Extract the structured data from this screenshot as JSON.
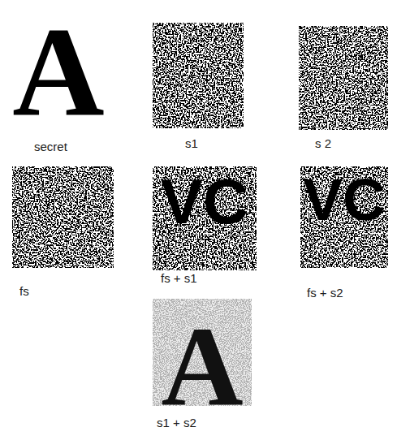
{
  "diagram": {
    "nodes": [
      {
        "text": [
          "A",
          "secret"
        ]
      },
      {
        "text": [
          "s1"
        ]
      },
      {
        "text": [
          "s 2"
        ]
      },
      {
        "text": [
          "fs"
        ]
      },
      {
        "text": [
          "VC",
          "fs + s1"
        ]
      },
      {
        "text": [
          "VC",
          "fs + s2"
        ]
      },
      {
        "text": [
          "A",
          "s1 + s2"
        ]
      }
    ]
  }
}
